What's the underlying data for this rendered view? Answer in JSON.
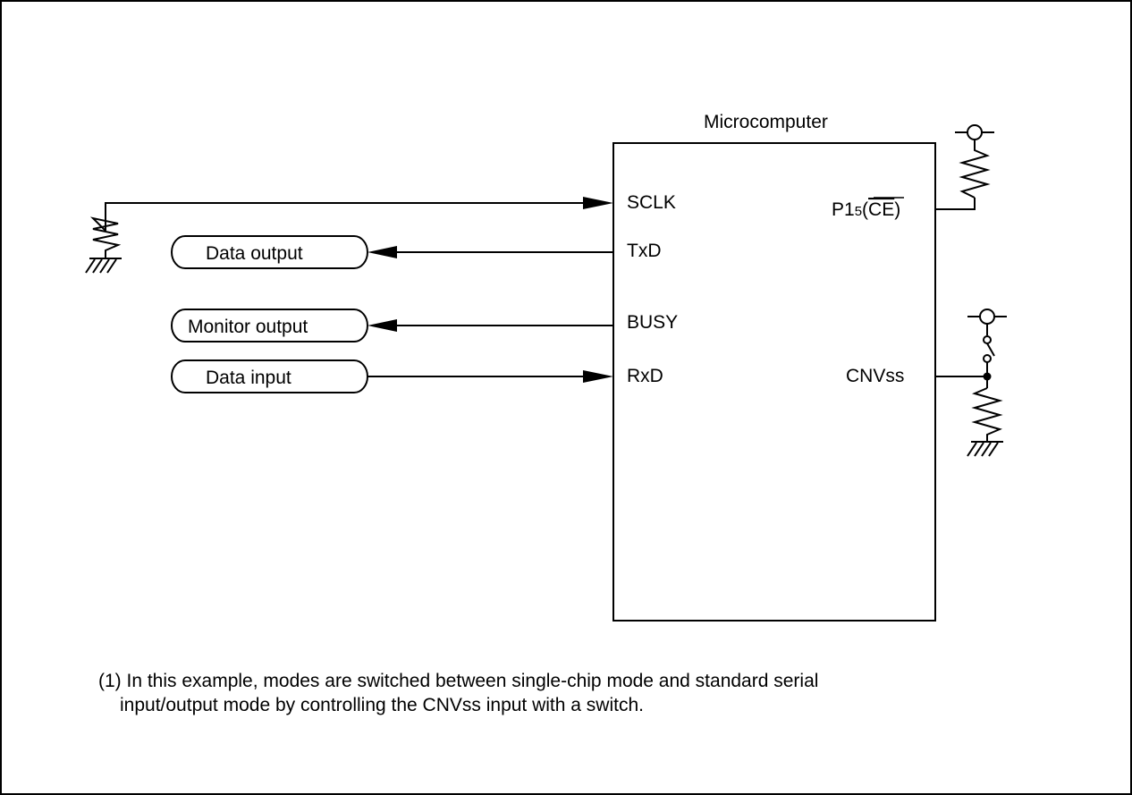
{
  "diagram": {
    "mcu_label": "Microcomputer",
    "pins": {
      "sclk": "SCLK",
      "txd": "TxD",
      "busy": "BUSY",
      "rxd": "RxD",
      "p15_prefix": "P1",
      "p15_sub": "5",
      "p15_open": "(",
      "p15_ce": "CE",
      "p15_close": ")",
      "cnvss": "CNVss"
    },
    "terminals": {
      "data_output": "Data output",
      "monitor_output": "Monitor output",
      "data_input": "Data input"
    }
  },
  "note": {
    "line1": "(1) In this example, modes are switched between single-chip mode and standard serial",
    "line2": "input/output mode by controlling the CNVss input with a switch."
  }
}
